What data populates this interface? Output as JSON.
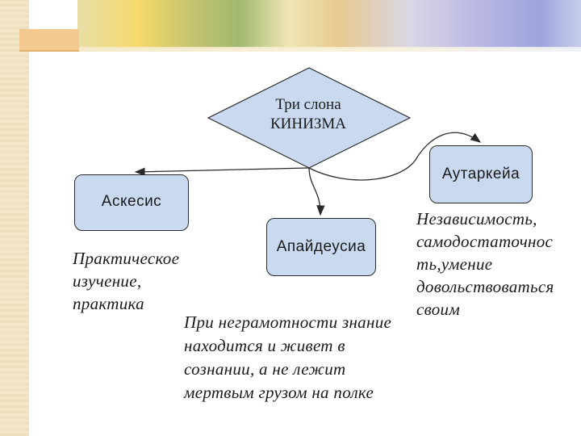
{
  "diagram": {
    "center": {
      "line1": "Три слона",
      "line2": "КИНИЗМА"
    },
    "nodes": {
      "askesis": "Аскесис",
      "apaideusia": "Апайдеусиа",
      "autarkeia": "Аутаркейа"
    },
    "notes": {
      "askesis": [
        "Практическое",
        "изучение,",
        "практика"
      ],
      "apaideusia": [
        "При неграмотности знание",
        "находится и живет в",
        "сознании, а не лежит",
        "мертвым грузом на полке"
      ],
      "autarkeia": [
        "Независимость,",
        "самодостаточнос",
        "ть,умение",
        "довольствоваться",
        "своим"
      ]
    }
  },
  "colors": {
    "node_fill": "#c9daf0",
    "stroke": "#2a2a2a",
    "text": "#1a1a1a"
  }
}
